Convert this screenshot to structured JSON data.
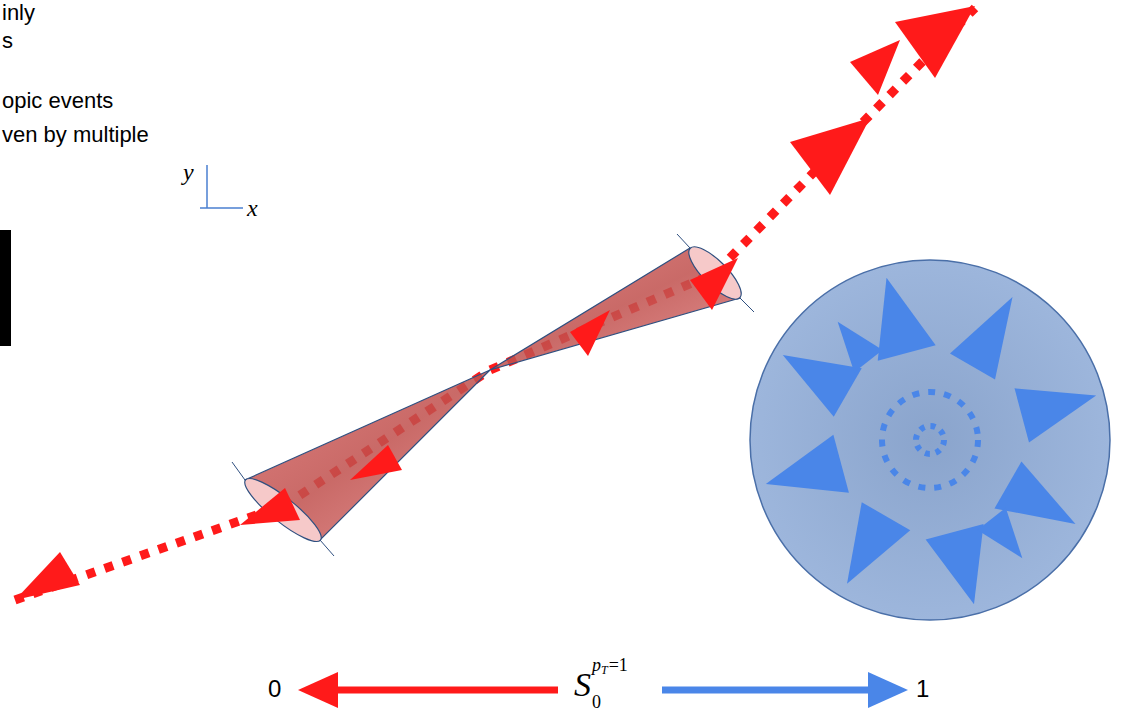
{
  "diagram": {
    "labels": [
      "inly",
      "s",
      "opic events",
      "ven by multiple",
      "y",
      "x",
      "0",
      "S",
      "p",
      "T",
      "=1",
      "0",
      "1"
    ]
  }
}
